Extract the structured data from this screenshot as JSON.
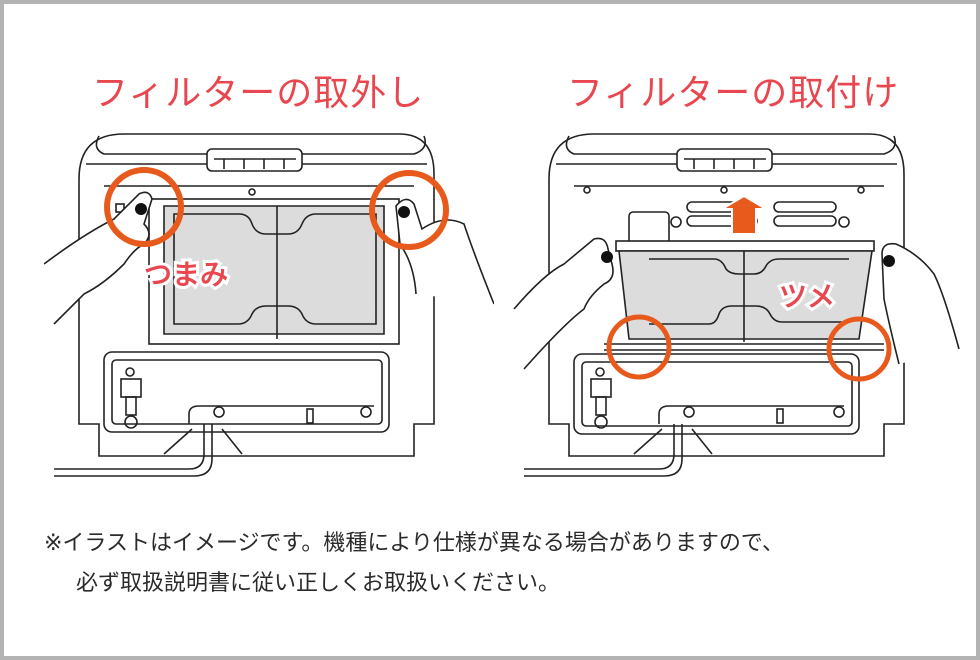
{
  "colors": {
    "title": "#e8474f",
    "highlight_circle": "#e85a1c",
    "arrow": "#e85a1c",
    "frame_border": "#b3b3b3",
    "filter_fill": "#dcdcdc",
    "text": "#2b2b2b"
  },
  "panels": [
    {
      "title": "フィルターの取外し",
      "callout_label": "つまみ",
      "highlight_count": 2,
      "icons": [
        "hand-left-icon",
        "hand-right-icon",
        "highlight-circle-icon"
      ]
    },
    {
      "title": "フィルターの取付け",
      "callout_label": "ツメ",
      "highlight_count": 2,
      "icons": [
        "hand-left-icon",
        "hand-right-icon",
        "highlight-circle-icon",
        "up-arrow-icon"
      ]
    }
  ],
  "note": {
    "line1": "※イラストはイメージです。機種により仕様が異なる場合がありますので、",
    "line2": "必ず取扱説明書に従い正しくお取扱いください。"
  }
}
